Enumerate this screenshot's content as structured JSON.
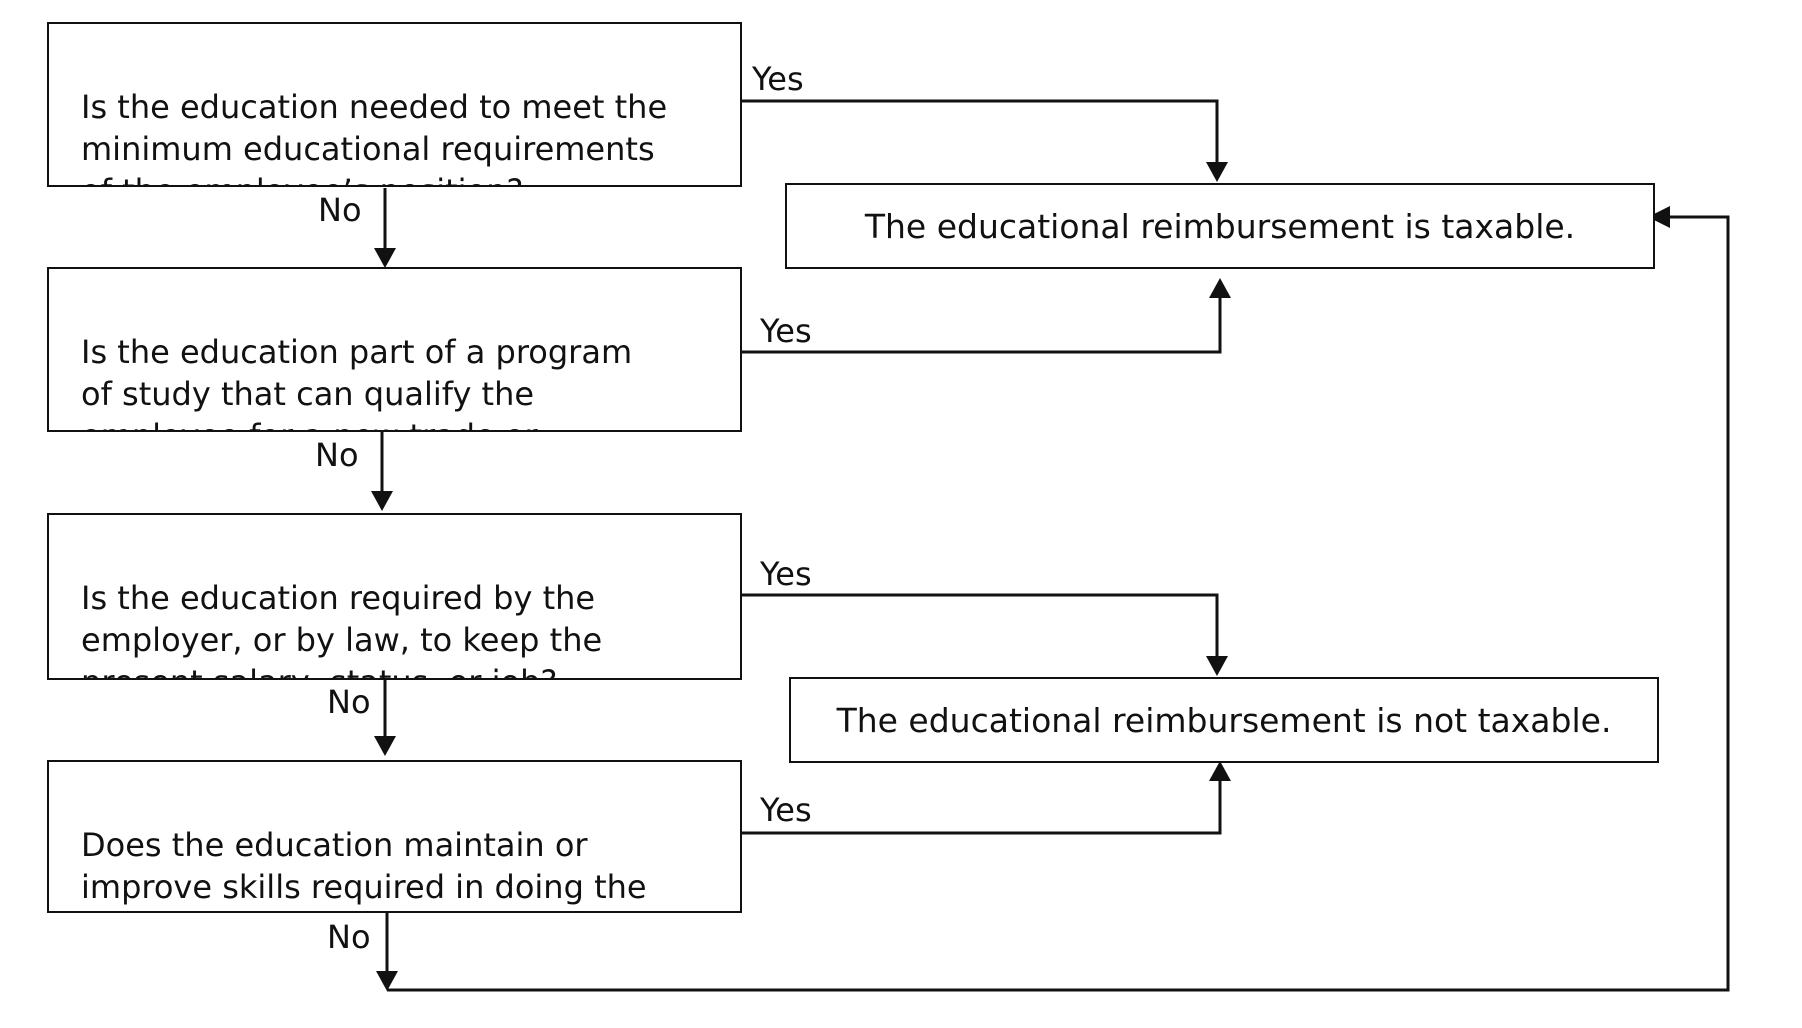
{
  "questions": [
    {
      "text": "Is the education needed to meet the\nminimum educational requirements\nof the employee’s position?",
      "yes_label": "Yes",
      "no_label": "No"
    },
    {
      "text": "Is the education part of a program\nof study that can qualify the\nemployee for a new trade or",
      "yes_label": "Yes",
      "no_label": "No"
    },
    {
      "text": "Is the education required by the\nemployer, or by law, to keep the\npresent salary, status, or job?",
      "yes_label": "Yes",
      "no_label": "No"
    },
    {
      "text": "Does the education maintain or\nimprove skills required in doing the\npresent work?",
      "yes_label": "Yes",
      "no_label": "No"
    }
  ],
  "outcomes": {
    "taxable": "The educational reimbursement is taxable.",
    "not_taxable": "The educational reimbursement is not taxable."
  }
}
